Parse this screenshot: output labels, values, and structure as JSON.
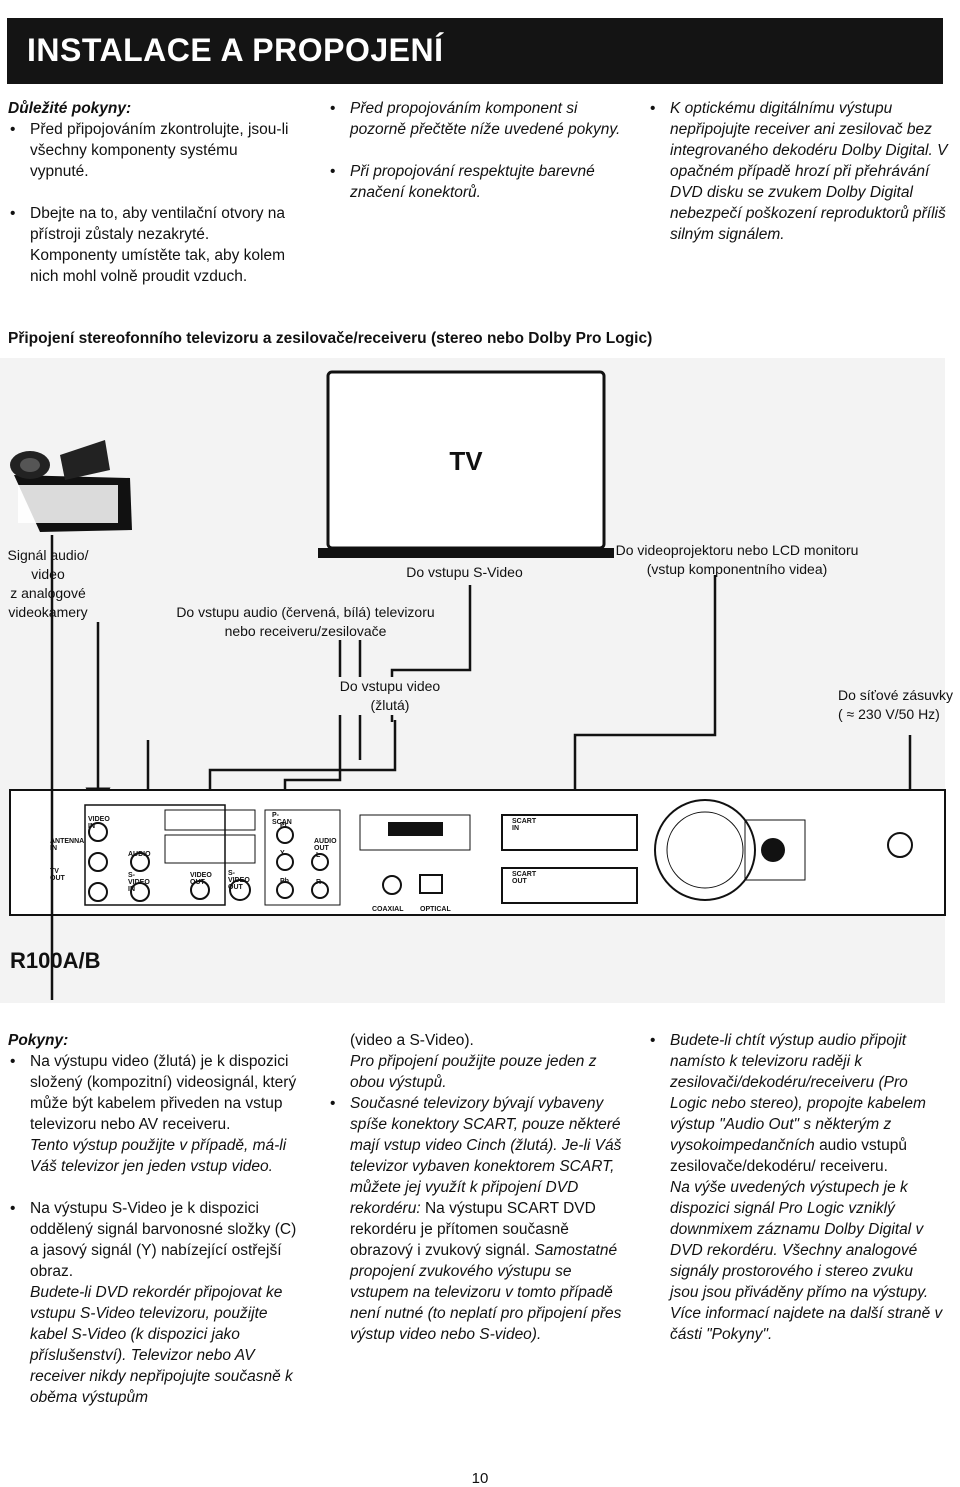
{
  "header": {
    "title": "INSTALACE A PROPOJENÍ"
  },
  "important": {
    "heading": "Důležité pokyny:",
    "col1": [
      "Před připojováním zkontrolujte, jsou-li všechny komponenty systému vypnuté.",
      "Dbejte na to, aby ventilační otvory na přístroji zůstaly nezakryté. Komponenty umístěte tak, aby kolem nich mohl volně proudit vzduch."
    ],
    "col2": [
      "Před propojováním komponent si pozorně přečtěte níže uvedené pokyny.",
      "Při propojování respektujte barevné značení konektorů."
    ],
    "col3": [
      "K optickému digitálnímu výstupu nepřipojujte receiver ani zesilovač bez integrovaného dekodéru Dolby Digital. V opačném případě hrozí při přehrávání DVD disku se zvukem Dolby Digital nebezpečí poškození reproduktorů příliš silným signálem."
    ]
  },
  "diagram": {
    "section_title": "Připojení stereofonního televizoru a zesilovače/receiveru (stereo nebo Dolby Pro Logic)",
    "tv_label": "TV",
    "labels": {
      "camcorder": [
        "Signál audio/",
        "video",
        "z analogové",
        "videokamery"
      ],
      "svideo": "Do vstupu S-Video",
      "audio": [
        "Do vstupu audio (červená, bílá) televizoru",
        "nebo receiveru/zesilovače"
      ],
      "projector": [
        "Do videoprojektoru nebo LCD monitoru",
        "(vstup komponentního videa)"
      ],
      "video": [
        "Do vstupu video",
        "(žlutá)"
      ],
      "power": [
        "Do síťové zásuvky",
        "( ≈ 230 V/50 Hz)"
      ]
    },
    "panel": {
      "video_in": "VIDEO IN",
      "antenna_in": "ANTENNA IN",
      "tv_out": "TV OUT",
      "audio": "AUDIO",
      "svideo_in": "S-VIDEO IN",
      "video_out": "VIDEO OUT",
      "svideo_out": "S-VIDEO OUT",
      "pscan": "P-SCAN",
      "pr": "Pr",
      "y": "Y",
      "pb": "Pb",
      "audio_out": "AUDIO OUT",
      "l": "L",
      "r": "R",
      "coaxial": "COAXIAL",
      "optical": "OPTICAL",
      "scart_in": "SCART IN",
      "scart_out": "SCART OUT"
    },
    "model": "R100A/B"
  },
  "notes": {
    "heading": "Pokyny:",
    "col1": [
      {
        "plain": "Na výstupu video (žlutá) je k dispozici složený (kompozitní) videosignál, který může být kabelem přiveden na vstup televizoru nebo AV receiveru.",
        "italic": "Tento výstup použijte v případě, má-li Váš televizor jen jeden vstup video."
      },
      {
        "plain": "Na výstupu S-Video je k dispozici oddělený signál barvonosné složky (C) a jasový signál (Y) nabízející ostřejší obraz.",
        "italic": "Budete-li DVD rekordér připojovat ke vstupu S-Video televizoru, použijte kabel S-Video (k dispozici jako příslušenství). Televizor nebo AV receiver nikdy nepřipojujte současně k oběma výstupům"
      }
    ],
    "col2_cont": {
      "plain": "(video a S-Video).",
      "italic": "Pro připojení použijte pouze jeden z obou výstupů."
    },
    "col2": [
      {
        "italic": "Současné televizory bývají vybaveny spíše konektory SCART, pouze některé mají vstup video Cinch (žlutá). Je-li Váš televizor vybaven konektorem SCART, můžete jej využít k připojení DVD rekordéru:",
        "plain": "Na výstupu SCART DVD rekordéru je přítomen současně obrazový i zvukový signál.",
        "italic2": "Samostatné propojení zvukového výstupu se vstupem na televizoru v tomto případě není nutné (to neplatí pro připojení přes výstup video nebo S-video)."
      }
    ],
    "col3": [
      {
        "italic": "Budete-li chtít výstup audio připojit namísto k televizoru raději k zesilovači/dekodéru/receiveru (Pro Logic nebo stereo), propojte kabelem výstup \"Audio Out\" s některým z vysokoimpedančních",
        "plain": "audio vstupů zesilovače/dekodéru/ receiveru.",
        "italic2": "Na výše uvedených výstupech je k dispozici signál Pro Logic vzniklý downmixem záznamu Dolby Digital v DVD rekordéru. Všechny analogové signály prostorového i stereo zvuku jsou jsou přiváděny přímo na výstupy. Více informací najdete na další straně v části \"Pokyny\"."
      }
    ]
  },
  "page_number": "10"
}
